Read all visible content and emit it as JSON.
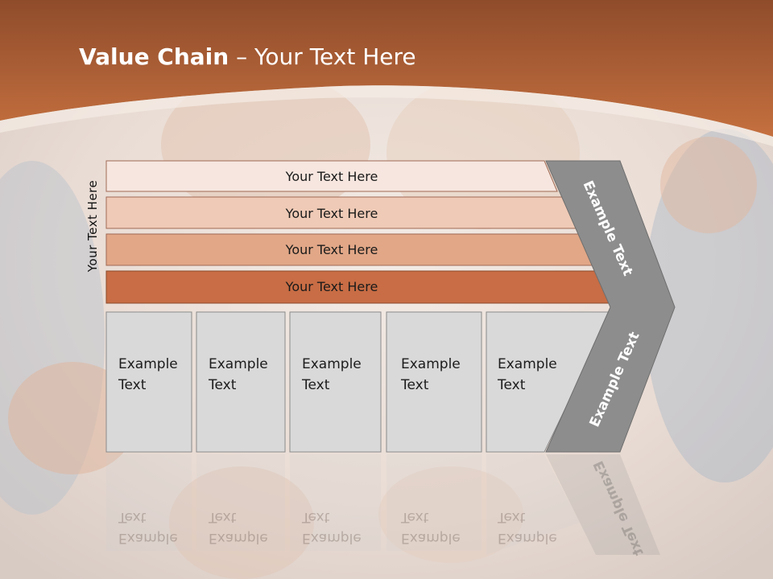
{
  "slide": {
    "title_bold": "Value Chain",
    "title_rest": " – Your Text Here",
    "side_label": "Your Text Here"
  },
  "rows": [
    {
      "label": "Your Text Here",
      "color": "#f6e6df"
    },
    {
      "label": "Your Text Here",
      "color": "#efcab6"
    },
    {
      "label": "Your Text Here",
      "color": "#e1a787"
    },
    {
      "label": "Your Text Here",
      "color": "#c86d45"
    }
  ],
  "cells": [
    {
      "line1": "Example",
      "line2": "Text"
    },
    {
      "line1": "Example",
      "line2": "Text"
    },
    {
      "line1": "Example",
      "line2": "Text"
    },
    {
      "line1": "Example",
      "line2": "Text"
    },
    {
      "line1": "Example",
      "line2": "Text"
    }
  ],
  "chevron": {
    "upper_text": "Example Text",
    "lower_text": "Example Text",
    "color": "#8d8d8d"
  },
  "colors": {
    "header": "#b9653a",
    "cell_fill": "#d9d9d9"
  }
}
